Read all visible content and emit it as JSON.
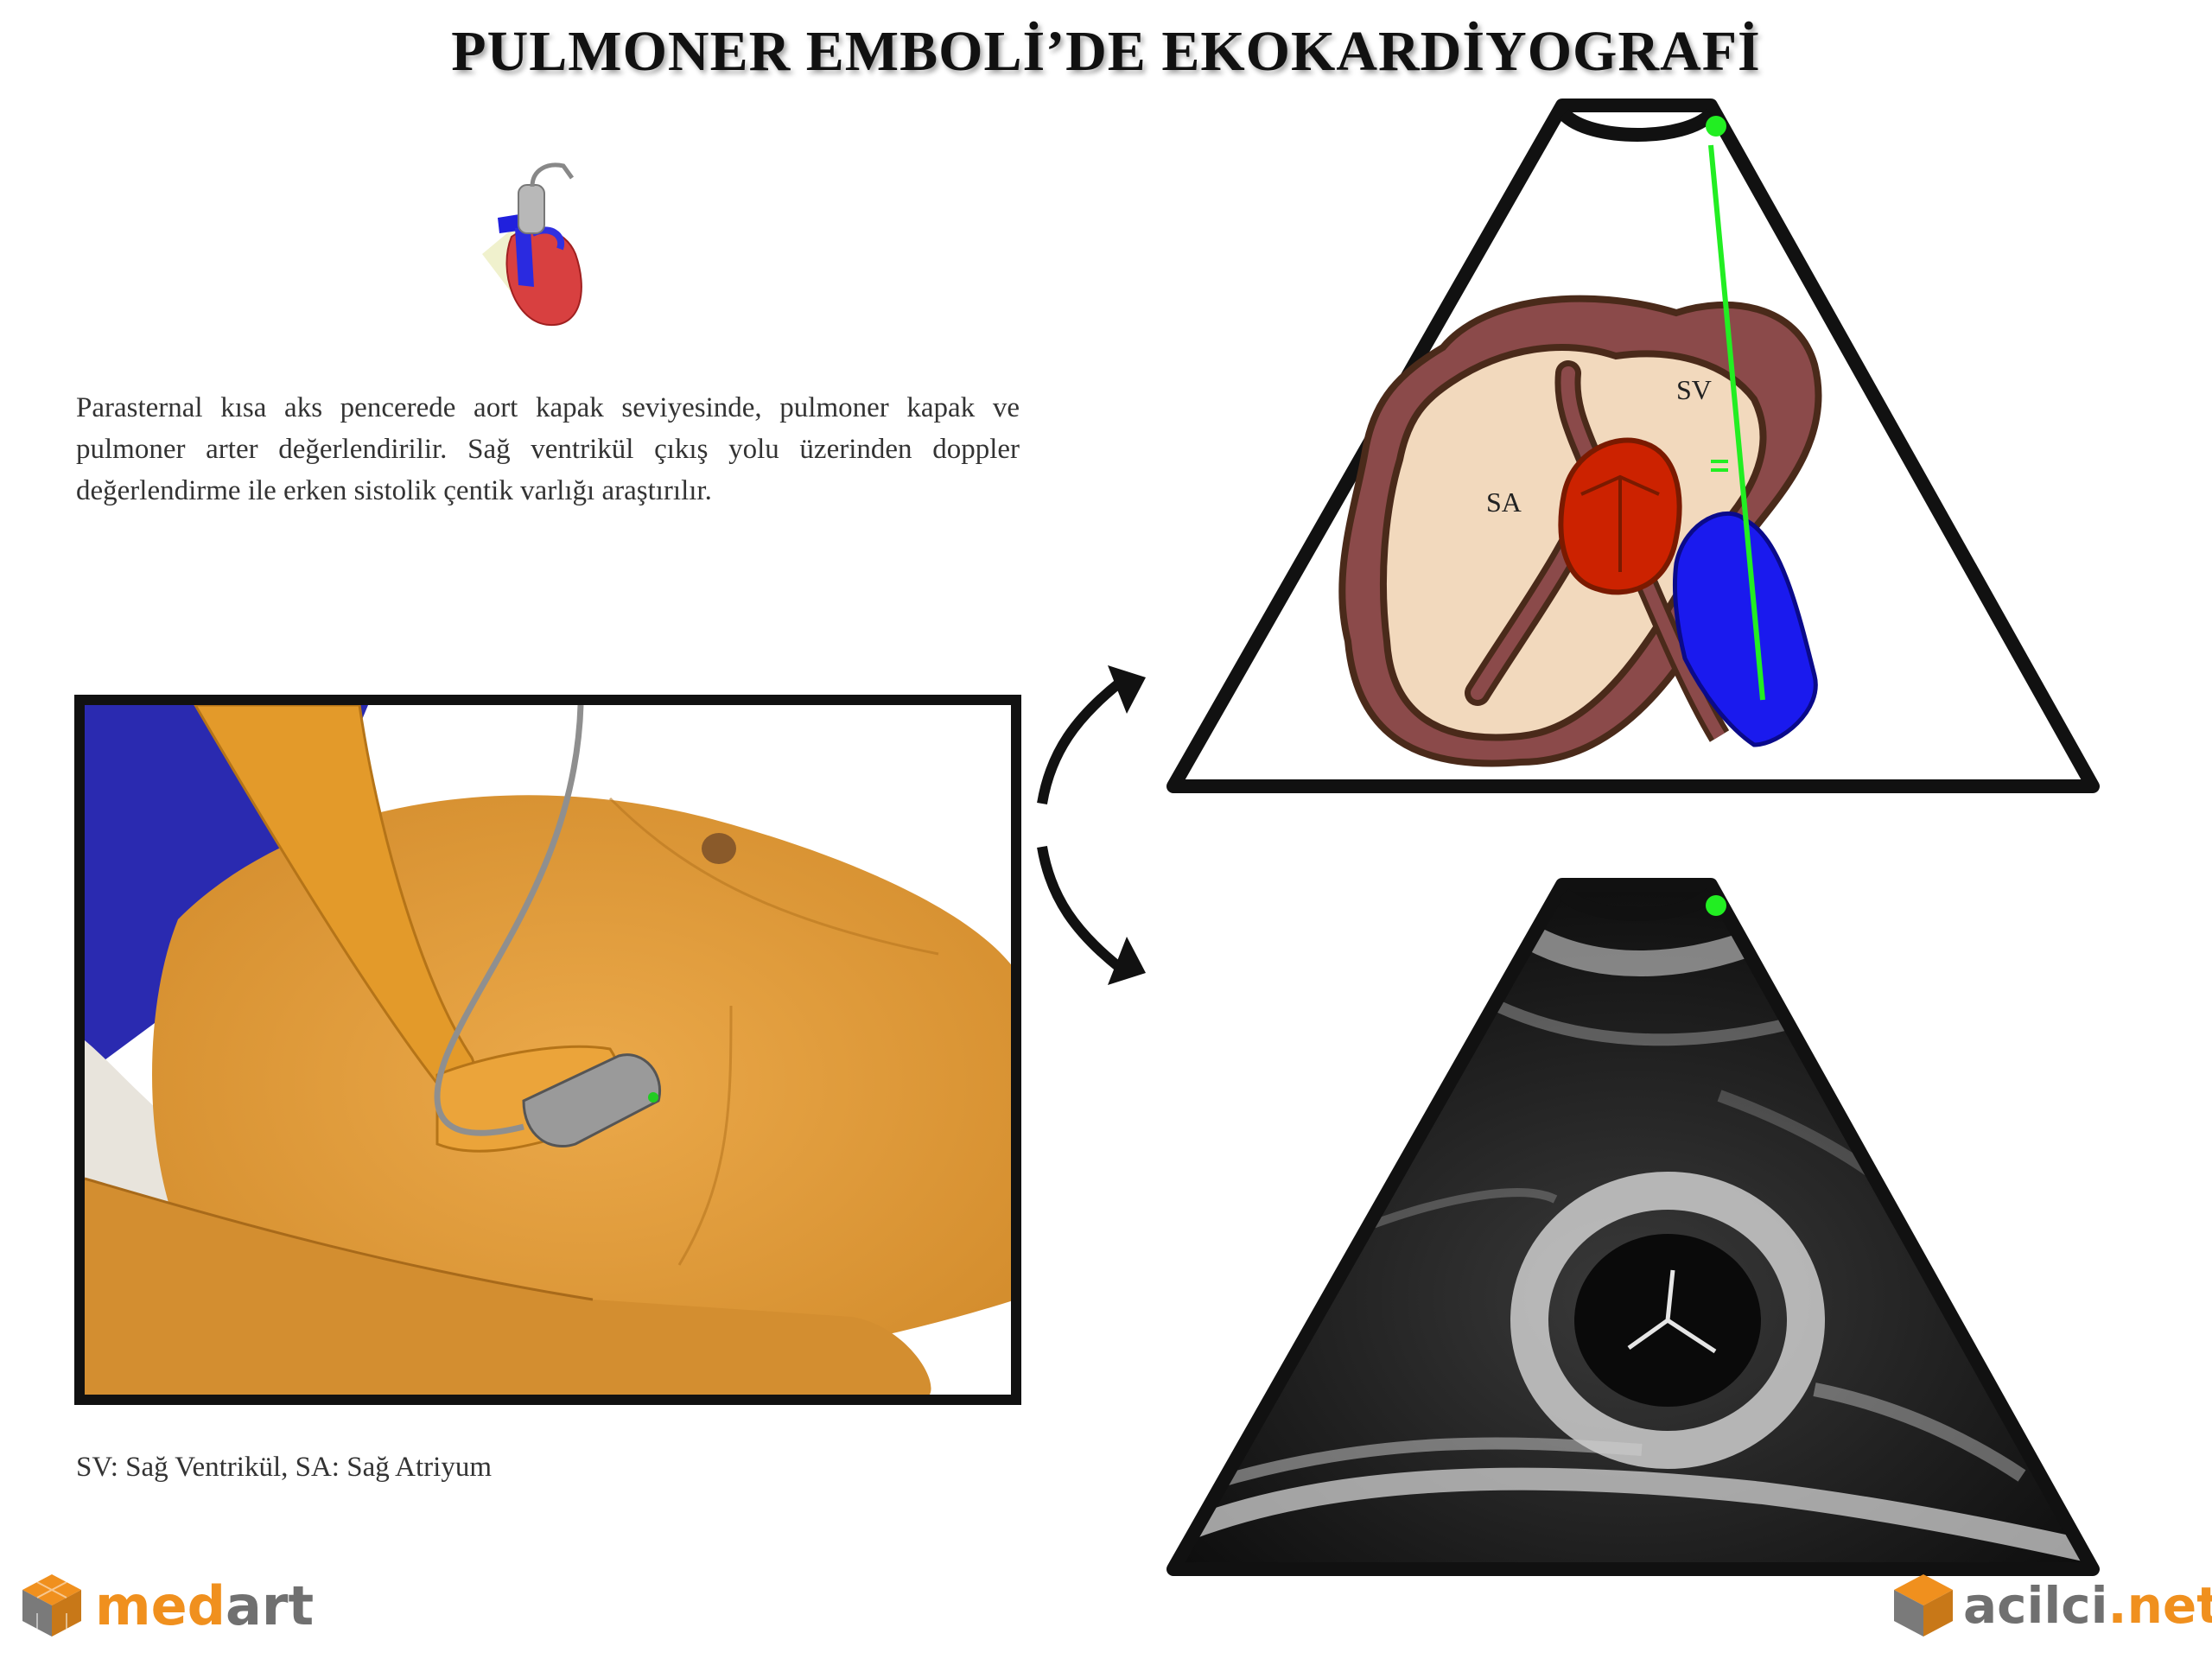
{
  "title": "PULMONER EMBOLİ’DE EKOKARDİYOGRAFİ",
  "description": "Parasternal kısa aks pencerede aort kapak seviyesinde, pulmoner kapak ve pulmoner arter  değerlendirilir. Sağ ventrikül çıkış yolu üzerinden doppler değerlendirme ile erken sistolik çentik varlığı araştırılır.",
  "diagram_labels": {
    "sv": "SV",
    "sa": "SA"
  },
  "legend": "SV: Sağ Ventrikül, SA: Sağ Atriyum",
  "logos": {
    "left": {
      "part1": "med",
      "part2": "art"
    },
    "right": {
      "part1": "acilci",
      "part2": ".net"
    }
  },
  "colors": {
    "doppler_line": "#22ee22",
    "pulmonary_artery": "#1a1aee",
    "aortic_valve": "#cc2200",
    "myocardium": "#8b4a4a",
    "chamber": "#f2d9bd",
    "skin": "#e09a35",
    "logo_orange": "#f0901e",
    "logo_gray": "#707070"
  }
}
